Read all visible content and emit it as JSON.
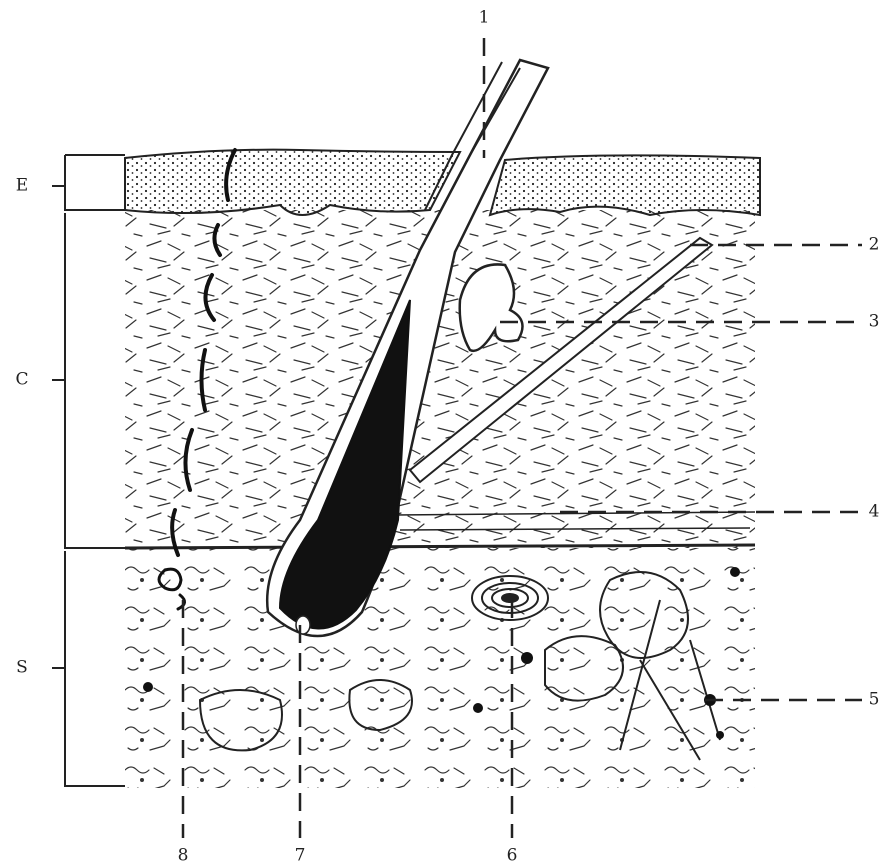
{
  "layers": [
    {
      "id": "E",
      "label": "E"
    },
    {
      "id": "C",
      "label": "C"
    },
    {
      "id": "S",
      "label": "S"
    }
  ],
  "callouts": [
    {
      "id": "1",
      "label": "1"
    },
    {
      "id": "2",
      "label": "2"
    },
    {
      "id": "3",
      "label": "3"
    },
    {
      "id": "4",
      "label": "4"
    },
    {
      "id": "5",
      "label": "5"
    },
    {
      "id": "6",
      "label": "6"
    },
    {
      "id": "7",
      "label": "7"
    },
    {
      "id": "8",
      "label": "8"
    }
  ]
}
